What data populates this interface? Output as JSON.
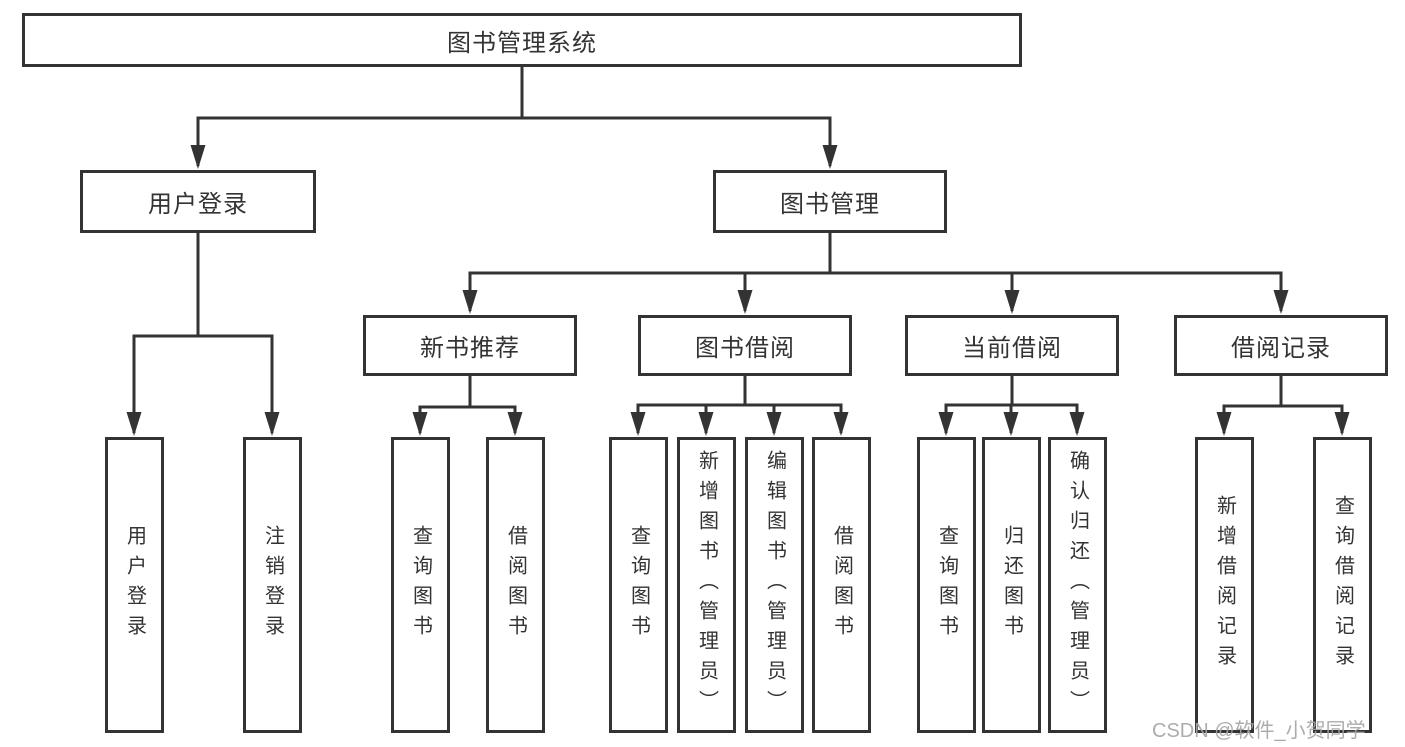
{
  "title": "图书管理系统",
  "colors": {
    "background": "#ffffff",
    "line": "#333333",
    "box_border": "#333333",
    "text": "#333333",
    "watermark": "#a5a5a5"
  },
  "watermark": {
    "text": "CSDN @软件_小贺同学"
  },
  "nodes": {
    "root": {
      "label": "图书管理系统"
    },
    "user_login": {
      "label": "用户登录"
    },
    "book_management": {
      "label": "图书管理"
    },
    "new_book_recommend": {
      "label": "新书推荐"
    },
    "book_borrow": {
      "label": "图书借阅"
    },
    "current_borrow": {
      "label": "当前借阅"
    },
    "borrow_records": {
      "label": "借阅记录"
    },
    "leaf_user_login": {
      "label": "用户登录"
    },
    "leaf_logout": {
      "label": "注销登录"
    },
    "leaf_nb_query": {
      "label": "查询图书"
    },
    "leaf_nb_borrow": {
      "label": "借阅图书"
    },
    "leaf_bb_query": {
      "label": "查询图书"
    },
    "leaf_bb_add": {
      "label": "新增图书（管理员）"
    },
    "leaf_bb_edit": {
      "label": "编辑图书（管理员）"
    },
    "leaf_bb_borrow": {
      "label": "借阅图书"
    },
    "leaf_cb_query": {
      "label": "查询图书"
    },
    "leaf_cb_return": {
      "label": "归还图书"
    },
    "leaf_cb_confirm": {
      "label": "确认归还（管理员）"
    },
    "leaf_br_add": {
      "label": "新增借阅记录"
    },
    "leaf_br_query": {
      "label": "查询借阅记录"
    }
  },
  "hierarchy": {
    "root": [
      "user_login",
      "book_management"
    ],
    "user_login": [
      "leaf_user_login",
      "leaf_logout"
    ],
    "book_management": [
      "new_book_recommend",
      "book_borrow",
      "current_borrow",
      "borrow_records"
    ],
    "new_book_recommend": [
      "leaf_nb_query",
      "leaf_nb_borrow"
    ],
    "book_borrow": [
      "leaf_bb_query",
      "leaf_bb_add",
      "leaf_bb_edit",
      "leaf_bb_borrow"
    ],
    "current_borrow": [
      "leaf_cb_query",
      "leaf_cb_return",
      "leaf_cb_confirm"
    ],
    "borrow_records": [
      "leaf_br_add",
      "leaf_br_query"
    ]
  }
}
